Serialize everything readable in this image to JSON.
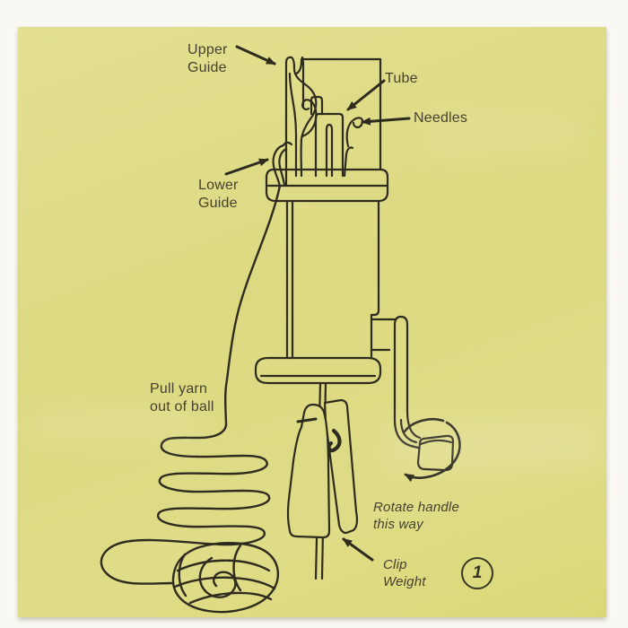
{
  "page": {
    "paper_color": "#dedb86",
    "line_color": "#2e2b1f",
    "text_color": "#45412f"
  },
  "figure": {
    "number": "1"
  },
  "labels": {
    "upper_guide": "Upper\nGuide",
    "tube": "Tube",
    "needles": "Needles",
    "lower_guide": "Lower\nGuide",
    "pull_yarn": "Pull yarn\nout of ball",
    "rotate_handle": "Rotate handle\nthis way",
    "clip_weight": "Clip\nWeight"
  }
}
